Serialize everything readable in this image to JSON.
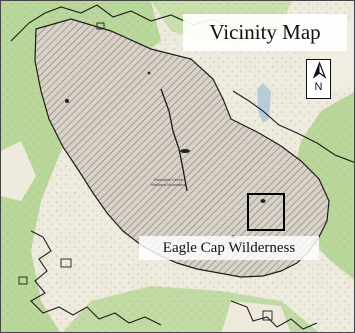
{
  "map": {
    "title": "Vicinity Map",
    "north_arrow_letter": "N",
    "wilderness_label": "Eagle Cap Wilderness",
    "small_label_line1": "Hurricane Creek",
    "small_label_line2": "Wallowa Mountains",
    "colors": {
      "forest_green": "#b9d79a",
      "light_green": "#dfeccb",
      "open_land": "#eeeadd",
      "hatch_area": "#d8d2c8",
      "hatch_line": "#7c7268",
      "boundary": "#1c1c1c"
    }
  }
}
